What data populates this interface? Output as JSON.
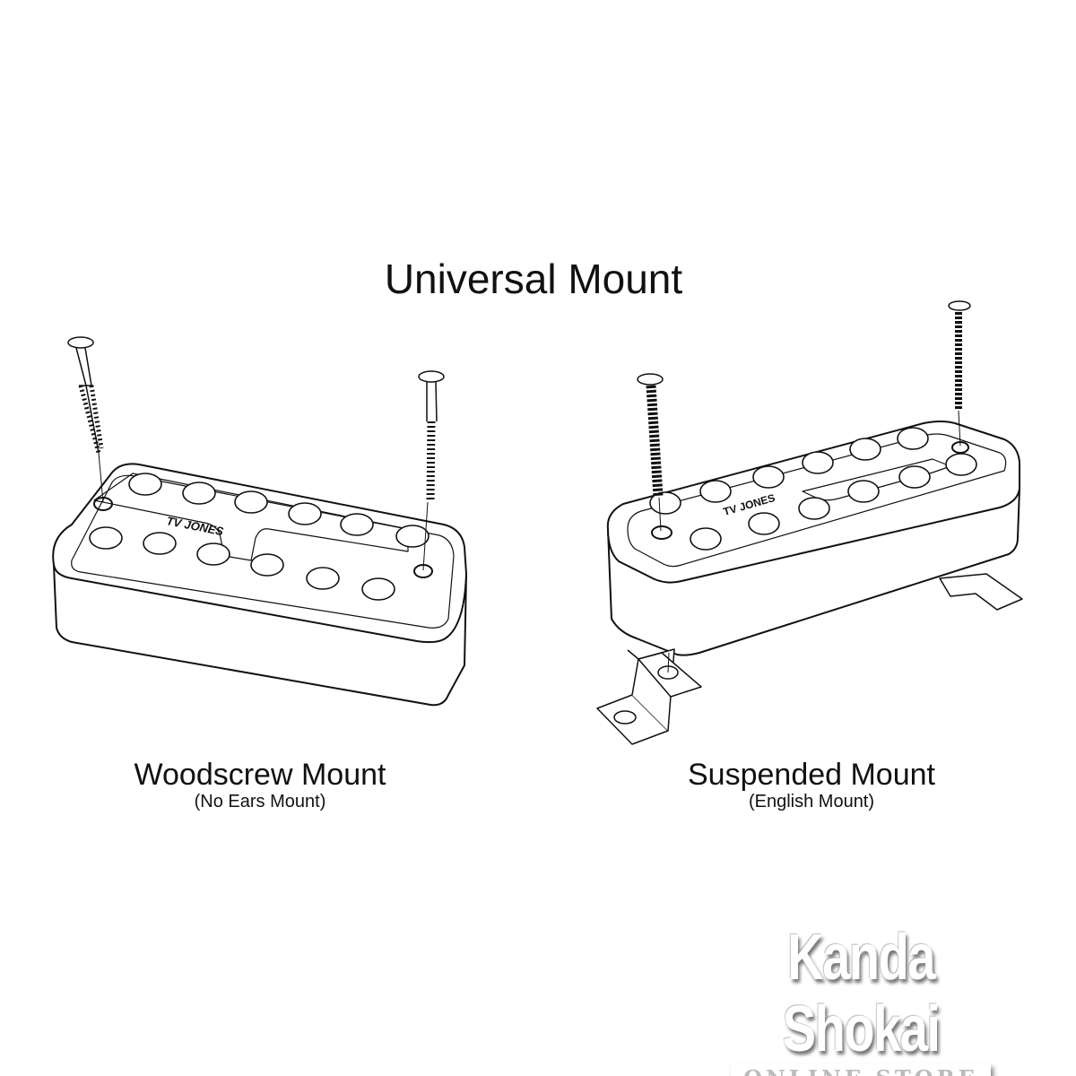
{
  "title": "Universal Mount",
  "mounts": [
    {
      "name": "Woodscrew Mount",
      "subtitle": "(No Ears Mount)",
      "pickup_brand": "TV JONES"
    },
    {
      "name": "Suspended Mount",
      "subtitle": "(English Mount)",
      "pickup_brand": "TV JONES"
    }
  ],
  "watermark": {
    "name": "Kanda Shokai",
    "tagline": "ONLINE STORE"
  },
  "colors": {
    "line": "#111111",
    "background": "#ffffff"
  }
}
